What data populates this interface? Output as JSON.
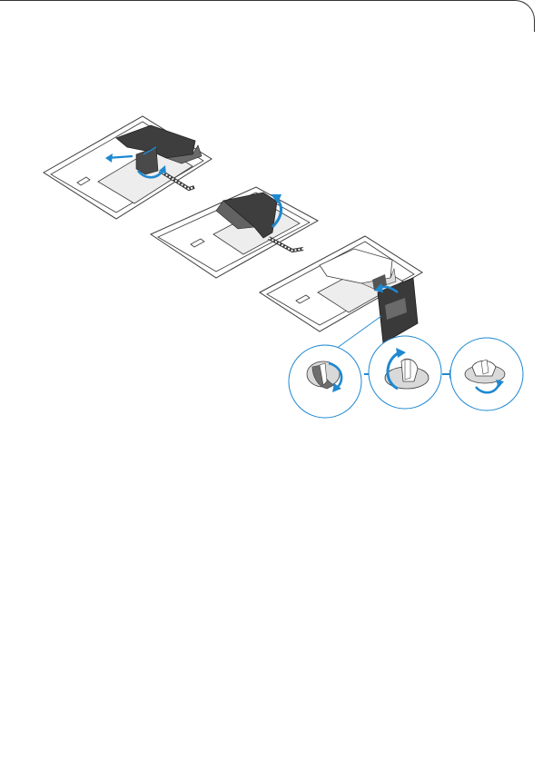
{
  "colors": {
    "accent": "#1e88d0",
    "outline": "#3a3a3a",
    "dark_part": "#3c3c3c",
    "mid_part": "#6e6e6e",
    "light_fill": "#d9d9d9"
  },
  "icons": [
    "arrow-right-icon",
    "rotate-arrow-icon",
    "screw-icon"
  ],
  "steps": [
    {
      "id": 1,
      "name": "remove-stand"
    },
    {
      "id": 2,
      "name": "lift-stand"
    },
    {
      "id": 3,
      "name": "attach-cover"
    }
  ]
}
